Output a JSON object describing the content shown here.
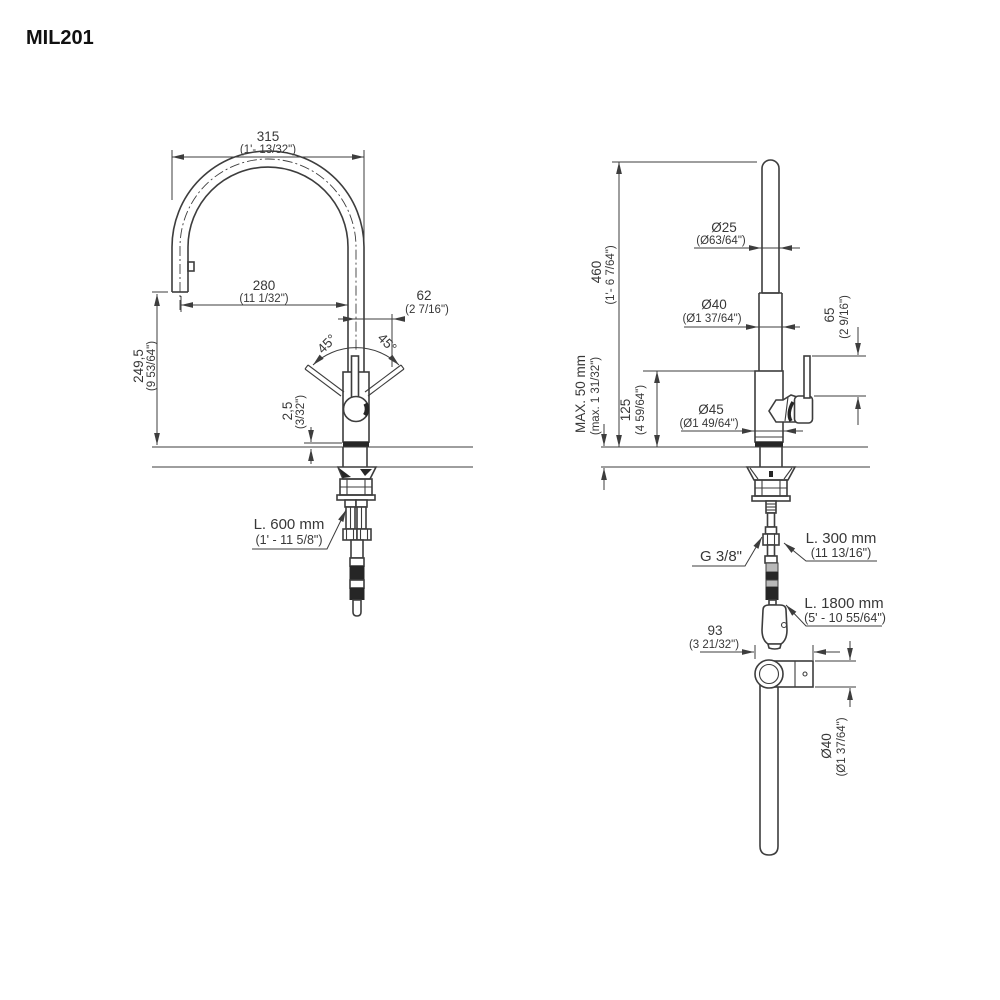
{
  "title": "MIL201",
  "colors": {
    "line": "#3d3d3d",
    "text": "#383838"
  },
  "left_view": {
    "dim_width_total": {
      "mm": "315",
      "in": "(1'- 13/32\")"
    },
    "dim_reach": {
      "mm": "280",
      "in": "(11 1/32\")"
    },
    "dim_handle_offset": {
      "mm": "62",
      "in": "(2 7/16\")"
    },
    "dim_spout_height": {
      "mm": "249,5",
      "in": "(9 53/64\")"
    },
    "dim_base_gap": {
      "mm": "2,5",
      "in": "(3/32\")"
    },
    "angle_left": "45°",
    "angle_right": "45°",
    "supply_hose_label": {
      "mm": "L. 600 mm",
      "in": "(1' - 11 5/8\")"
    }
  },
  "right_view": {
    "dim_total_height": {
      "mm": "460",
      "in": "(1'- 6 7/64\")"
    },
    "dim_spout_diameter": {
      "mm": "Ø25",
      "in": "(Ø63/64\")"
    },
    "dim_column_diameter": {
      "mm": "Ø40",
      "in": "(Ø1 37/64\")"
    },
    "dim_lever_length": {
      "mm": "65",
      "in": "(2 9/16\")"
    },
    "dim_counter_max": {
      "mm": "MAX. 50 mm",
      "in": "(max. 1 31/32\")"
    },
    "dim_body_height": {
      "mm": "125",
      "in": "(4 59/64\")"
    },
    "dim_base_diameter": {
      "mm": "Ø45",
      "in": "(Ø1 49/64\")"
    },
    "thread_label": "G 3/8\"",
    "hose_label": {
      "mm": "L. 300 mm",
      "in": "(11 13/16\")"
    },
    "spray_hose_label": {
      "mm": "L. 1800 mm",
      "in": "(5' - 10 55/64\")"
    },
    "dim_top_depth": {
      "mm": "93",
      "in": "(3 21/32\")"
    },
    "dim_top_diameter": {
      "mm": "Ø40",
      "in": "(Ø1 37/64\")"
    }
  }
}
